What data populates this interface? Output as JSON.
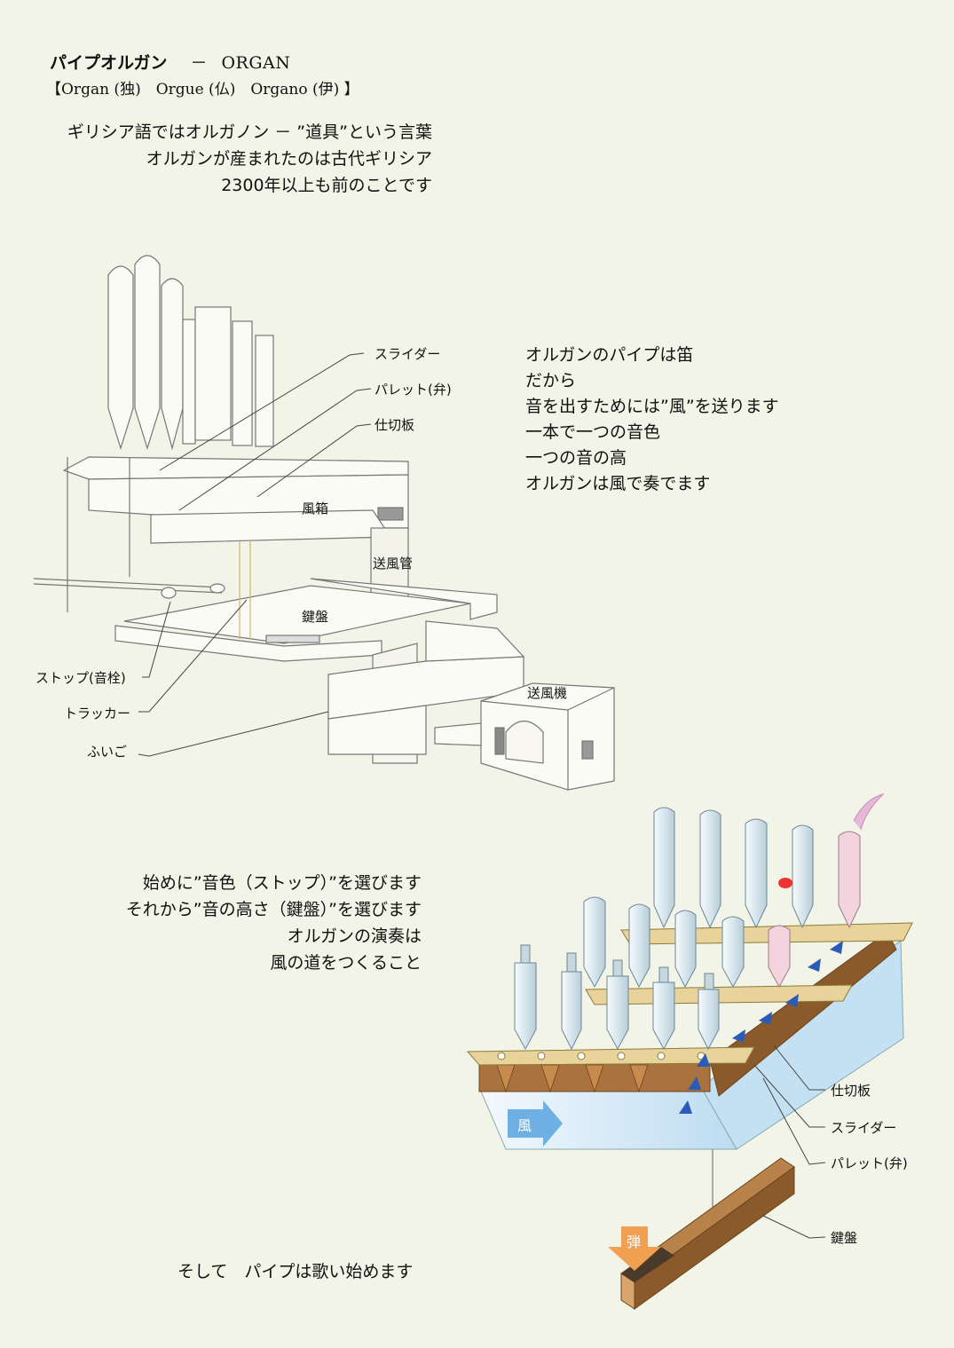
{
  "header": {
    "title_jp": "パイプオルガン",
    "title_sep": "－",
    "title_en": "ORGAN",
    "subtitle": "【Organ (独)　Orgue (仏)　Organo (伊) 】"
  },
  "intro": {
    "lines": [
      "ギリシア語ではオルガノン － ”道具”という言葉",
      "オルガンが産まれたのは古代ギリシア",
      "2300年以上も前のことです"
    ]
  },
  "diagram1": {
    "labels": {
      "slider": "スライダー",
      "pallet": "パレット(弁)",
      "partition": "仕切板",
      "windchest": "風箱",
      "wind_duct": "送風管",
      "keyboard": "鍵盤",
      "stop": "ストップ(音栓)",
      "tracker": "トラッカー",
      "bellows": "ふいご",
      "blower": "送風機"
    }
  },
  "explanation": {
    "lines": [
      "オルガンのパイプは笛",
      "だから",
      "音を出すためには”風”を送ります",
      "一本で一つの音色",
      "一つの音の高",
      "オルガンは風で奏でます"
    ]
  },
  "usage": {
    "lines": [
      "始めに”音色（ストップ）”を選びます",
      "それから”音の高さ（鍵盤）”を選びます",
      "オルガンの演奏は",
      "風の道をつくること"
    ]
  },
  "diagram2": {
    "labels": {
      "partition": "仕切板",
      "slider": "スライダー",
      "pallet": "パレット(弁)",
      "keyboard": "鍵盤",
      "wind": "風",
      "play": "弾"
    }
  },
  "ending": "そして　パイプは歌い始めます",
  "colors": {
    "background": "#f1f4e6",
    "wind_box": "#cfe6f6",
    "wood": "#a9723f",
    "slider": "#e8d49a",
    "wind_arrow": "#6fb0e4",
    "flow_arrow": "#2a5bb8",
    "play_arrow": "#f0a050",
    "singing_pipe": "#f3d3de"
  }
}
